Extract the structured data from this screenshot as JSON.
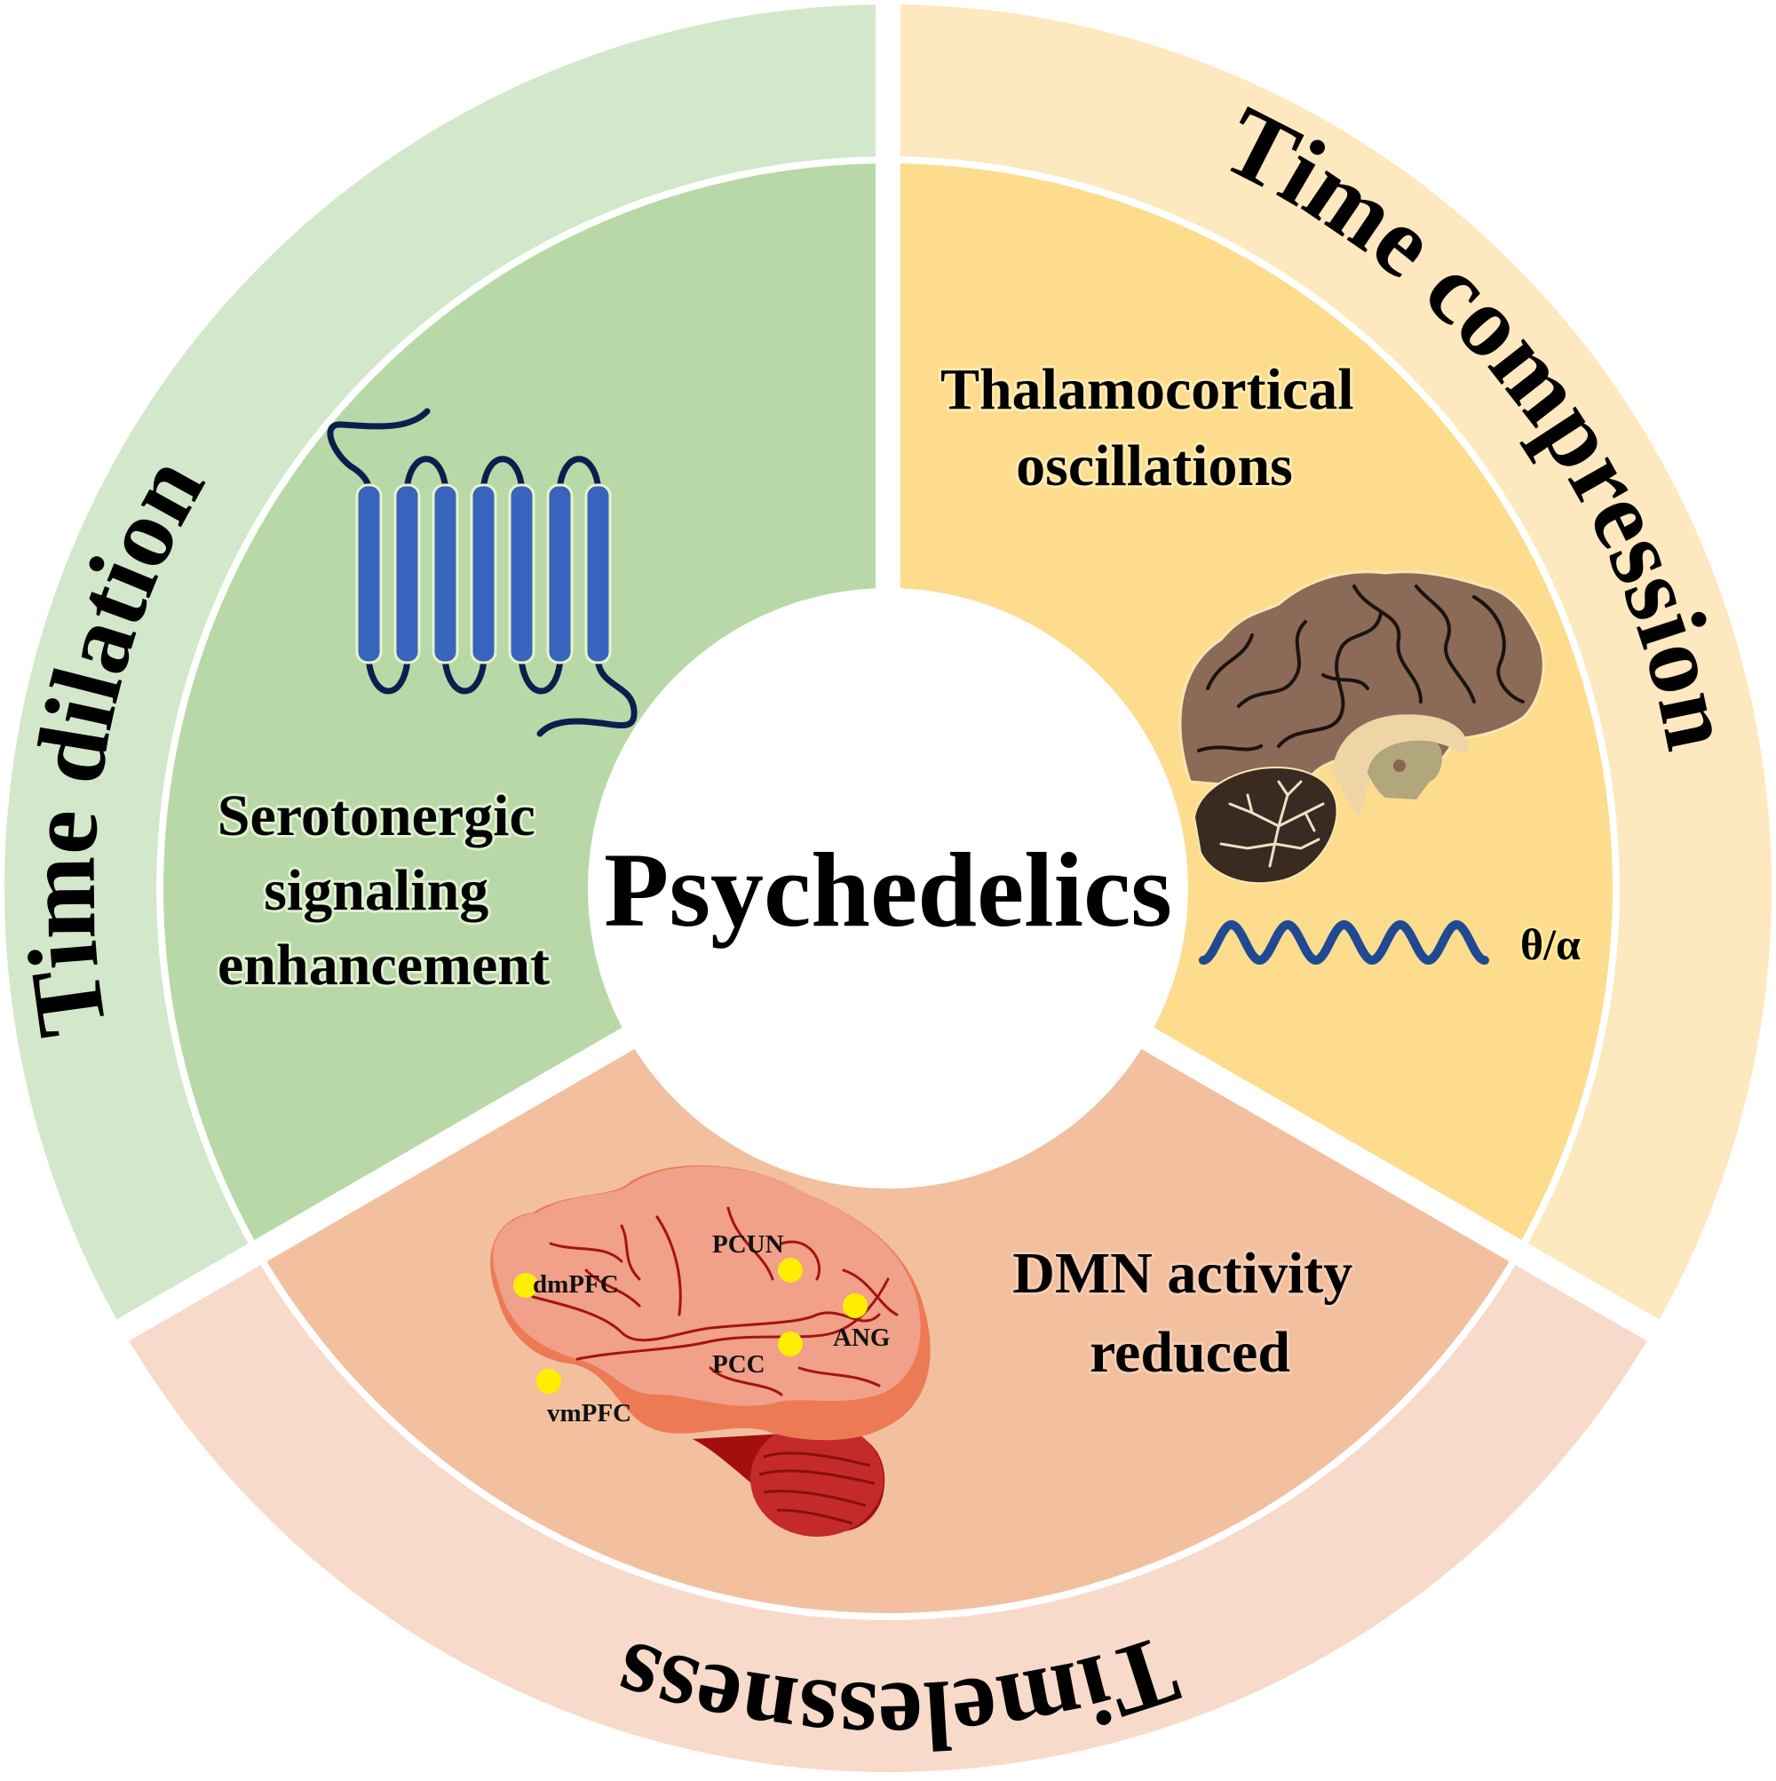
{
  "title": "Psychedelics",
  "colors": {
    "background": "#ffffff",
    "green_outer": "#d3e7cb",
    "green_inner": "#b8d8a7",
    "yellow_outer": "#fde8bf",
    "yellow_inner": "#fddc8e",
    "salmon_outer": "#f7dac9",
    "salmon_inner": "#f2c09f",
    "receptor_helix": "#3864bd",
    "receptor_loop": "#0b1f4f",
    "wave": "#1f4a93",
    "dmn_dot": "#ffee00"
  },
  "sectors": [
    {
      "id": "time-dilation",
      "outer_label": "Time dilation",
      "mechanism_lines": [
        "Serotonergic",
        "signaling",
        "enhancement"
      ],
      "illustration": "receptor-7tm-icon"
    },
    {
      "id": "time-compression",
      "outer_label": "Time compression",
      "mechanism_lines": [
        "Thalamocortical",
        "oscillations"
      ],
      "illustration": "sagittal-brain-icon",
      "wave_label": "θ/α"
    },
    {
      "id": "timelessness",
      "outer_label": "Timelessness",
      "mechanism_lines": [
        "DMN activity",
        "reduced"
      ],
      "illustration": "lateral-brain-icon",
      "brain_regions": [
        "PCUN",
        "dmPFC",
        "ANG",
        "PCC",
        "vmPFC"
      ]
    }
  ]
}
